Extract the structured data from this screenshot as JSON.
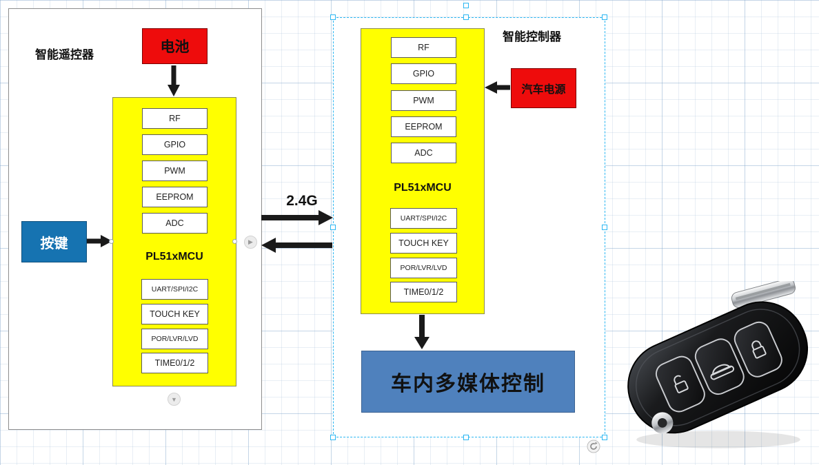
{
  "diagram": {
    "link_label": "2.4G",
    "remote": {
      "title": "智能遥控器",
      "battery_label": "电池",
      "key_button_label": "按键",
      "mcu_label": "PL51xMCU",
      "top_modules": [
        "RF",
        "GPIO",
        "PWM",
        "EEPROM",
        "ADC"
      ],
      "bottom_modules": [
        "UART/SPI/I2C",
        "TOUCH KEY",
        "POR/LVR/LVD",
        "TIME0/1/2"
      ]
    },
    "controller": {
      "title": "智能控制器",
      "power_label": "汽车电源",
      "mcu_label": "PL51xMCU",
      "top_modules": [
        "RF",
        "GPIO",
        "PWM",
        "EEPROM",
        "ADC"
      ],
      "bottom_modules": [
        "UART/SPI/I2C",
        "TOUCH KEY",
        "POR/LVR/LVD",
        "TIME0/1/2"
      ],
      "multimedia_label": "车内多媒体控制"
    }
  },
  "icons": {
    "direction_right": "▶",
    "direction_down": "▼"
  },
  "colors": {
    "mcu_fill": "#ffff00",
    "battery_fill": "#ee0c0c",
    "power_fill": "#ee0c0c",
    "key_button_fill": "#1673b1",
    "multimedia_fill": "#4f81bd",
    "selection": "#29b6f2",
    "arrow": "#1a1a1a",
    "grid": "#dce6f1"
  }
}
